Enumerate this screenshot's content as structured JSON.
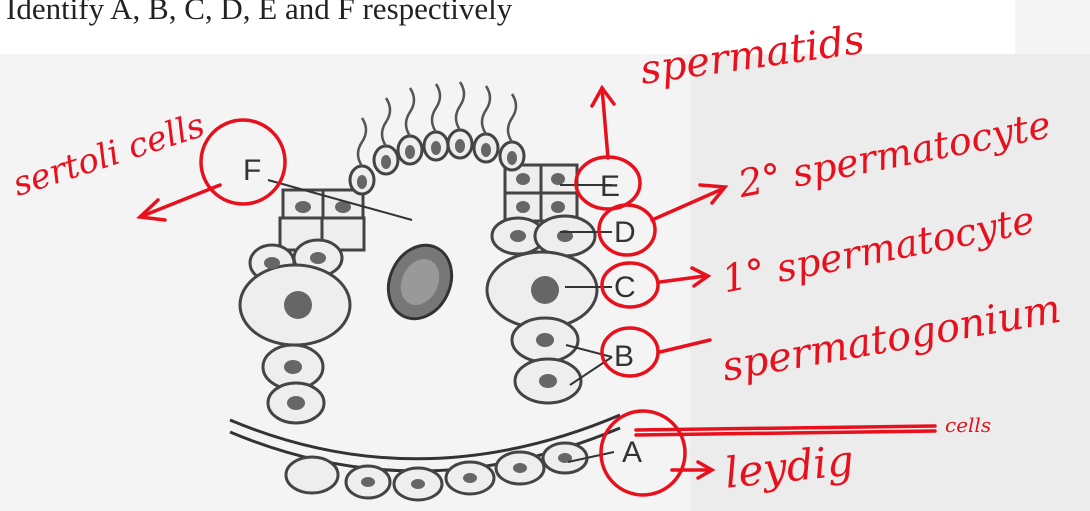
{
  "question": "Identify A, B, C, D, E and F respectively",
  "labels": {
    "a": "A",
    "b": "B",
    "c": "C",
    "d": "D",
    "e": "E",
    "f": "F"
  },
  "annotations": {
    "sertoli": "sertoli cells",
    "spermatids": "spermatids",
    "secondary": "2° spermatocyte",
    "primary": "1° spermatocyte",
    "spermatogonium": "spermatogonium",
    "leydig": "leydig",
    "leydig_suffix": "cells"
  },
  "colors": {
    "ink": "#e8101c",
    "line": "#333333"
  }
}
